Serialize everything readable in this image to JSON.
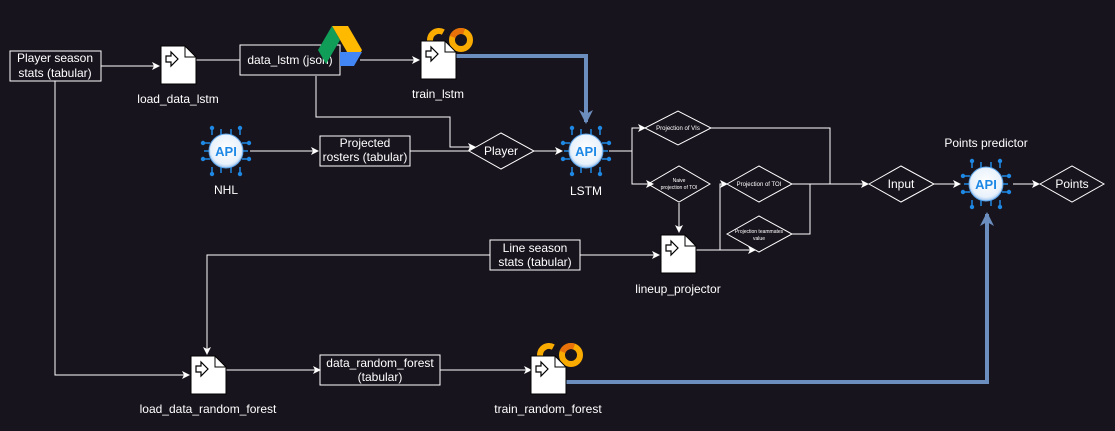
{
  "nodes": {
    "player_season_stats": {
      "line1": "Player season",
      "line2": "stats (tabular)"
    },
    "load_data_lstm": "load_data_lstm",
    "data_lstm": "data_lstm (json)",
    "train_lstm": "train_lstm",
    "nhl": "NHL",
    "projected_rosters": {
      "line1": "Projected",
      "line2": "rosters (tabular)"
    },
    "player": "Player",
    "lstm": "LSTM",
    "projection_vis": "Projection of VIs",
    "naive_projection_toi": {
      "line1": "Naive",
      "line2": "projection of TOI"
    },
    "projection_toi": "Projection of TOI",
    "projection_teammates": {
      "line1": "Projection teammates",
      "line2": "value"
    },
    "input": "Input",
    "points_predictor": "Points predictor",
    "points": "Points",
    "line_season_stats": {
      "line1": "Line season",
      "line2": "stats (tabular)"
    },
    "lineup_projector": "lineup_projector",
    "load_data_random_forest": "load_data_random_forest",
    "data_random_forest": {
      "line1": "data_random_forest",
      "line2": "(tabular)"
    },
    "train_random_forest": "train_random_forest"
  },
  "icons": {
    "api": "api-chip-icon",
    "api_text": "API",
    "colab": "colab-icon",
    "drive": "google-drive-icon",
    "document": "document-arrow-icon"
  },
  "colors": {
    "background": "#18141d",
    "edge": "#ffffff",
    "highlight_edge": "#6c8ebf",
    "api_blue": "#1e88e5",
    "colab_orange": "#f9ab00",
    "colab_dark": "#e8710a"
  }
}
